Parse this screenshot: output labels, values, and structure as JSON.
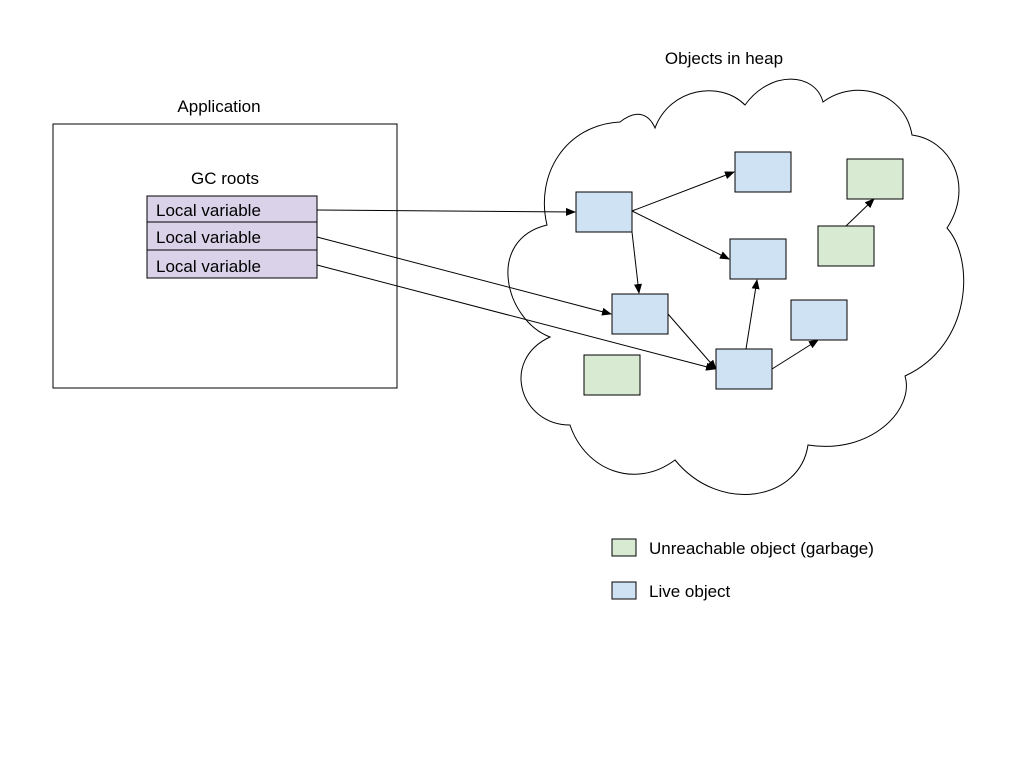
{
  "application": {
    "title": "Application",
    "gc_roots_label": "GC roots",
    "root_items": [
      "Local variable",
      "Local variable",
      "Local variable"
    ]
  },
  "heap": {
    "title": "Objects in heap"
  },
  "legend": {
    "garbage_label": "Unreachable object (garbage)",
    "live_label": "Live object"
  },
  "colors": {
    "live_object": "#cfe2f3",
    "garbage_object": "#d9ead3",
    "gc_root": "#d9d2e9",
    "stroke": "#000000"
  }
}
